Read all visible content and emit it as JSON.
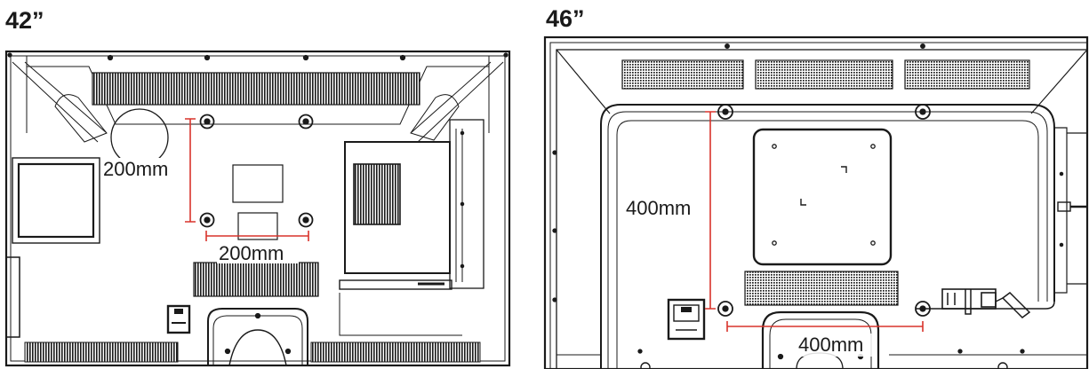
{
  "panels": [
    {
      "title": "42”",
      "vertical_label": "200mm",
      "horizontal_label": "200mm"
    },
    {
      "title": "46”",
      "vertical_label": "400mm",
      "horizontal_label": "400mm"
    }
  ],
  "colors": {
    "line": "#1a1a1a",
    "dimension": "#d9332b",
    "background": "#ffffff"
  }
}
